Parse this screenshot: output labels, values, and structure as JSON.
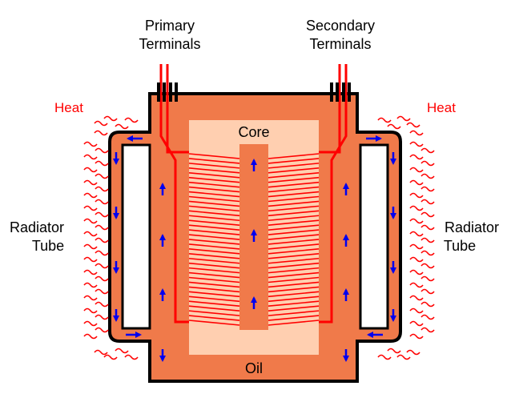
{
  "labels": {
    "primary_line1": "Primary",
    "primary_line2": "Terminals",
    "secondary_line1": "Secondary",
    "secondary_line2": "Terminals",
    "heat_left": "Heat",
    "heat_right": "Heat",
    "core": "Core",
    "oil": "Oil",
    "radiator_left_line1": "Radiator",
    "radiator_left_line2": "Tube",
    "radiator_right_line1": "Radiator",
    "radiator_right_line2": "Tube"
  },
  "colors": {
    "oil": "#f07a4a",
    "core": "#ffcfb0",
    "winding": "#ff0000",
    "arrow": "#0000ee",
    "outline": "#000000",
    "heat_text": "#ff0000"
  }
}
